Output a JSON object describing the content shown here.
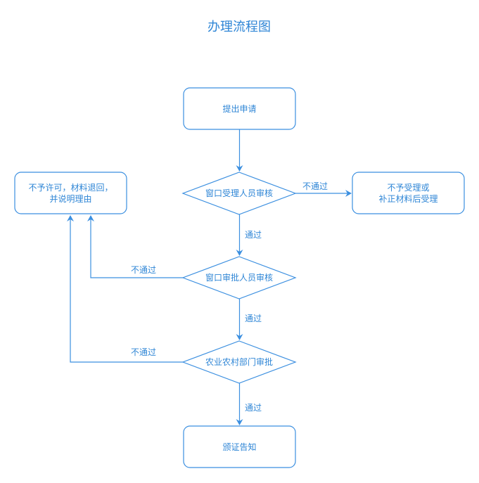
{
  "title": "办理流程图",
  "colors": {
    "stroke": "#3b8fe0",
    "text": "#2f86d6",
    "background": "#ffffff"
  },
  "nodes": {
    "apply": {
      "label": "提出申请",
      "shape": "rounded-rect"
    },
    "window_accept": {
      "label": "窗口受理人员审核",
      "shape": "diamond"
    },
    "not_accepted": {
      "line1": "不予受理或",
      "line2": "补正材料后受理",
      "shape": "rounded-rect"
    },
    "window_approve": {
      "label": "窗口审批人员审核",
      "shape": "diamond"
    },
    "rejected": {
      "line1": "不予许可，材料退回，",
      "line2": "并说明理由",
      "shape": "rounded-rect"
    },
    "agri_dept": {
      "label": "农业农村部门审批",
      "shape": "diamond"
    },
    "certificate": {
      "label": "颁证告知",
      "shape": "rounded-rect"
    }
  },
  "edges": {
    "apply_to_accept": {
      "label": ""
    },
    "accept_fail": {
      "label": "不通过"
    },
    "accept_pass": {
      "label": "通过"
    },
    "approve_fail": {
      "label": "不通过"
    },
    "approve_pass": {
      "label": "通过"
    },
    "dept_fail": {
      "label": "不通过"
    },
    "dept_pass": {
      "label": "通过"
    }
  }
}
